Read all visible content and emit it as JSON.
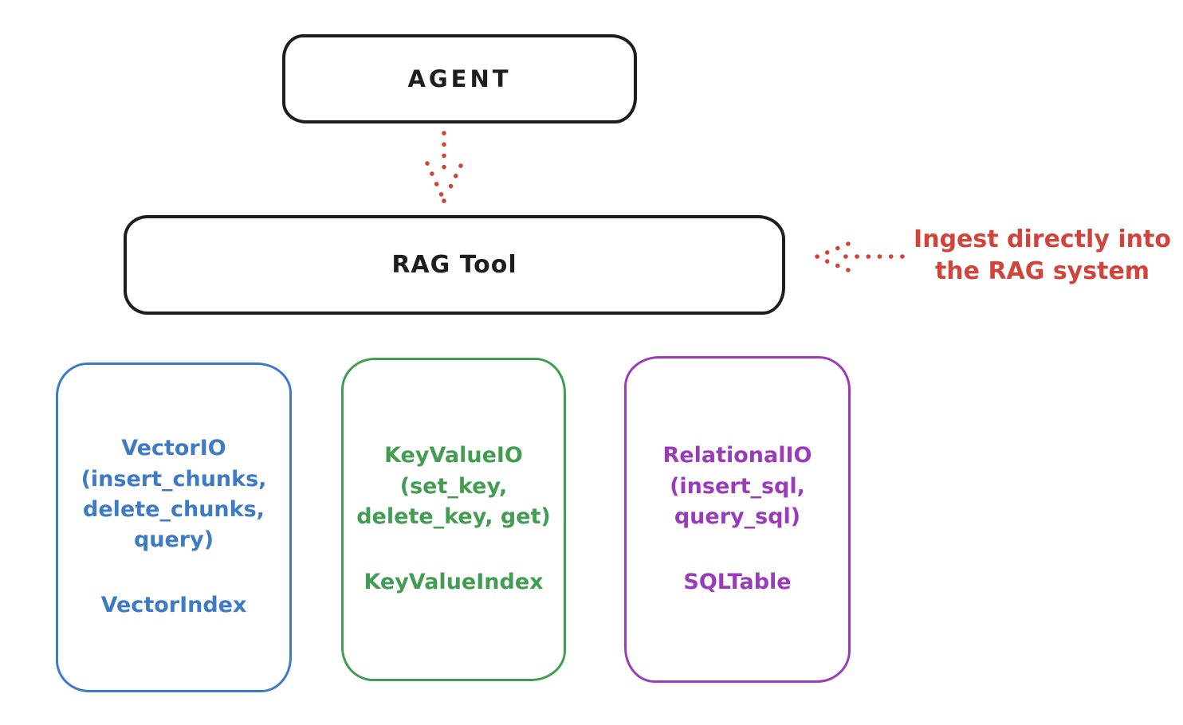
{
  "colors": {
    "stroke_black": "#1e1e1e",
    "red": "#d0443c",
    "blue": "#3e7bc4",
    "green": "#429d52",
    "purple": "#9a3cba",
    "background": "#ffffff"
  },
  "agent_box": {
    "label": "AGENT"
  },
  "rag_tool_box": {
    "label": "RAG Tool"
  },
  "annotation": {
    "text": "Ingest directly into\nthe RAG system"
  },
  "arrows": {
    "agent_to_rag_tool": "dotted-down-arrow",
    "annotation_to_rag_tool": "dotted-left-arrow"
  },
  "backends": [
    {
      "name": "vector-io",
      "io_text": "VectorIO\n(insert_chunks,\ndelete_chunks,\nquery)",
      "index_text": "VectorIndex",
      "color": "#3e7bc4"
    },
    {
      "name": "keyvalue-io",
      "io_text": "KeyValueIO\n(set_key,\ndelete_key, get)",
      "index_text": "KeyValueIndex",
      "color": "#429d52"
    },
    {
      "name": "relational-io",
      "io_text": "RelationalIO\n(insert_sql,\nquery_sql)",
      "index_text": "SQLTable",
      "color": "#9a3cba"
    }
  ]
}
